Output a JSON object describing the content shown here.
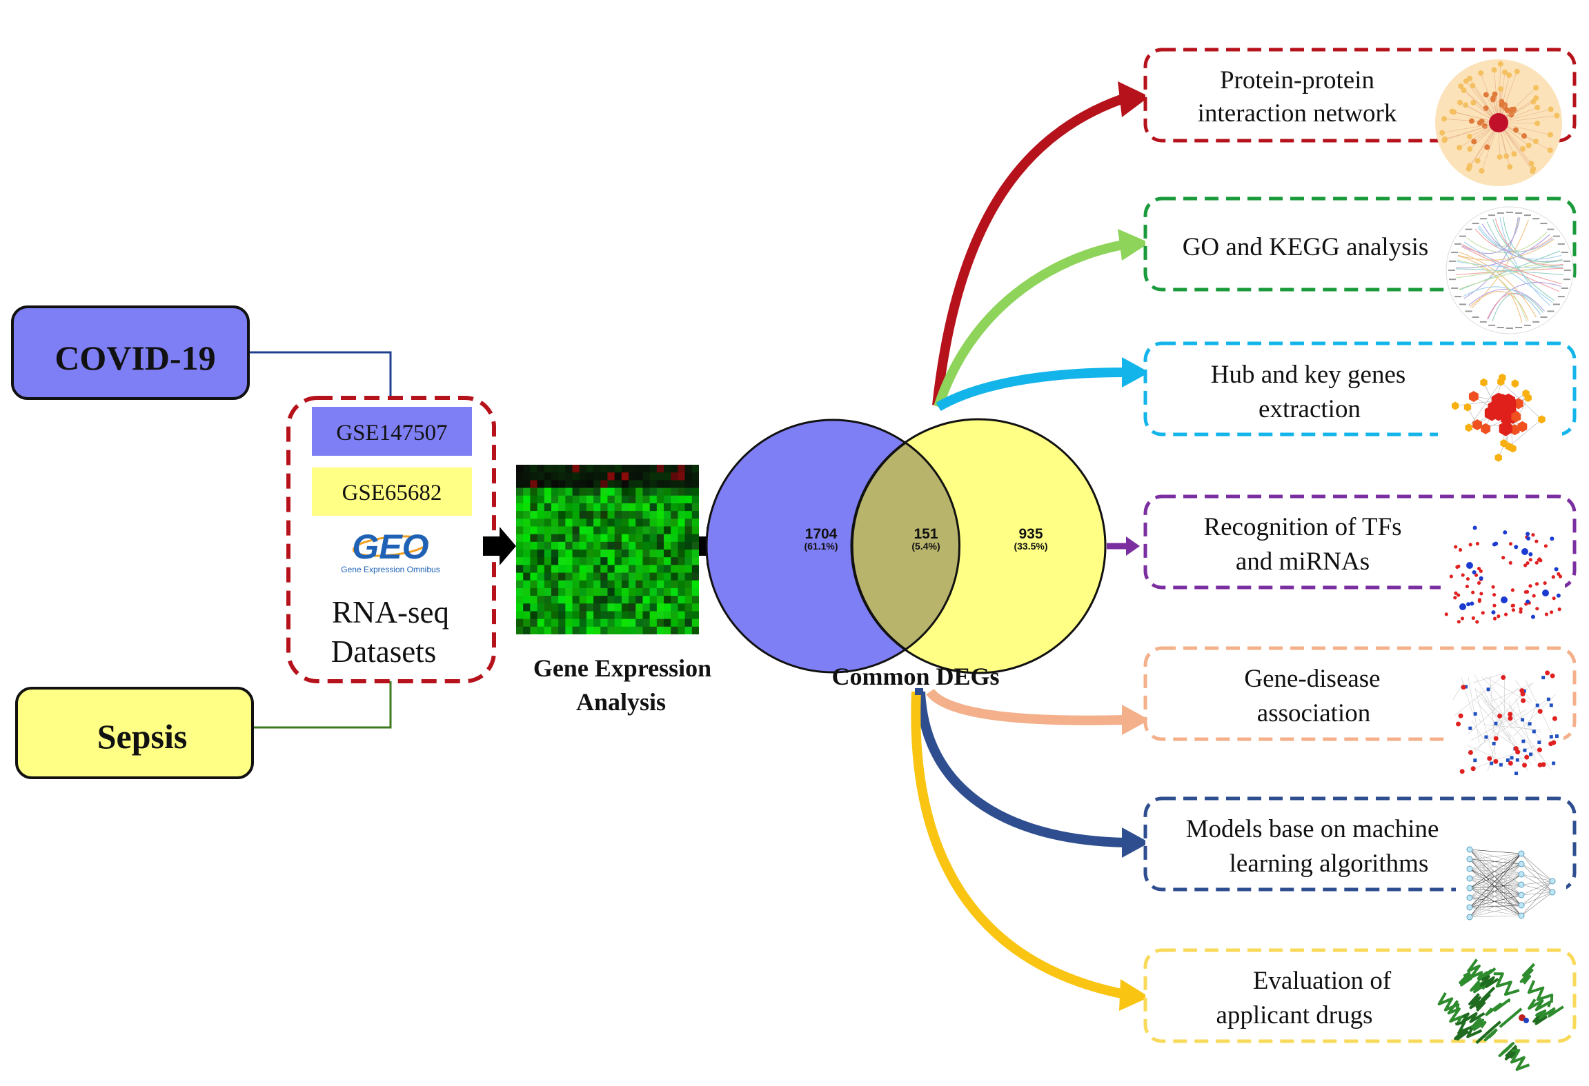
{
  "colors": {
    "covid": "#7f7ff5",
    "sepsis": "#ffff85",
    "dataset_border": "#b5121b",
    "overlap": "#b8b46c",
    "ppi": "#b5121b",
    "go": "#8ed35a",
    "hub": "#12b4ea",
    "tf": "#7a2ea0",
    "gene_disease": "#f3b08a",
    "ml": "#2e4e8f",
    "drug": "#f9c512"
  },
  "conditions": {
    "covid": "COVID-19",
    "sepsis": "Sepsis"
  },
  "datasets": {
    "covid_id": "GSE147507",
    "sepsis_id": "GSE65682",
    "geo_logo_text": "GEO",
    "geo_logo_caption": "Gene Expression Omnibus",
    "label_line1": "RNA-seq",
    "label_line2": "Datasets"
  },
  "heatmap": {
    "label_line1": "Gene Expression",
    "label_line2": "Analysis"
  },
  "venn": {
    "left_count": "1704",
    "left_pct": "(61.1%)",
    "overlap_count": "151",
    "overlap_pct": "(5.4%)",
    "right_count": "935",
    "right_pct": "(33.5%)",
    "label": "Common DEGs"
  },
  "analyses": {
    "ppi": {
      "line1": "Protein-protein",
      "line2": "interaction network",
      "icon": "ppi-network-icon"
    },
    "go": {
      "line1": "GO and KEGG analysis",
      "icon": "chord-diagram-icon"
    },
    "hub": {
      "line1": "Hub and key genes",
      "line2": "extraction",
      "icon": "hub-network-icon"
    },
    "tf": {
      "line1": "Recognition of TFs",
      "line2": "and miRNAs",
      "icon": "regulatory-network-icon"
    },
    "gene_disease": {
      "line1": "Gene-disease",
      "line2": "association",
      "icon": "disease-network-icon"
    },
    "ml": {
      "line1": "Models base on machine",
      "line2": "learning algorithms",
      "icon": "neural-network-icon"
    },
    "drug": {
      "line1": "Evaluation of",
      "line2": "applicant drugs",
      "icon": "protein-structure-icon"
    }
  }
}
